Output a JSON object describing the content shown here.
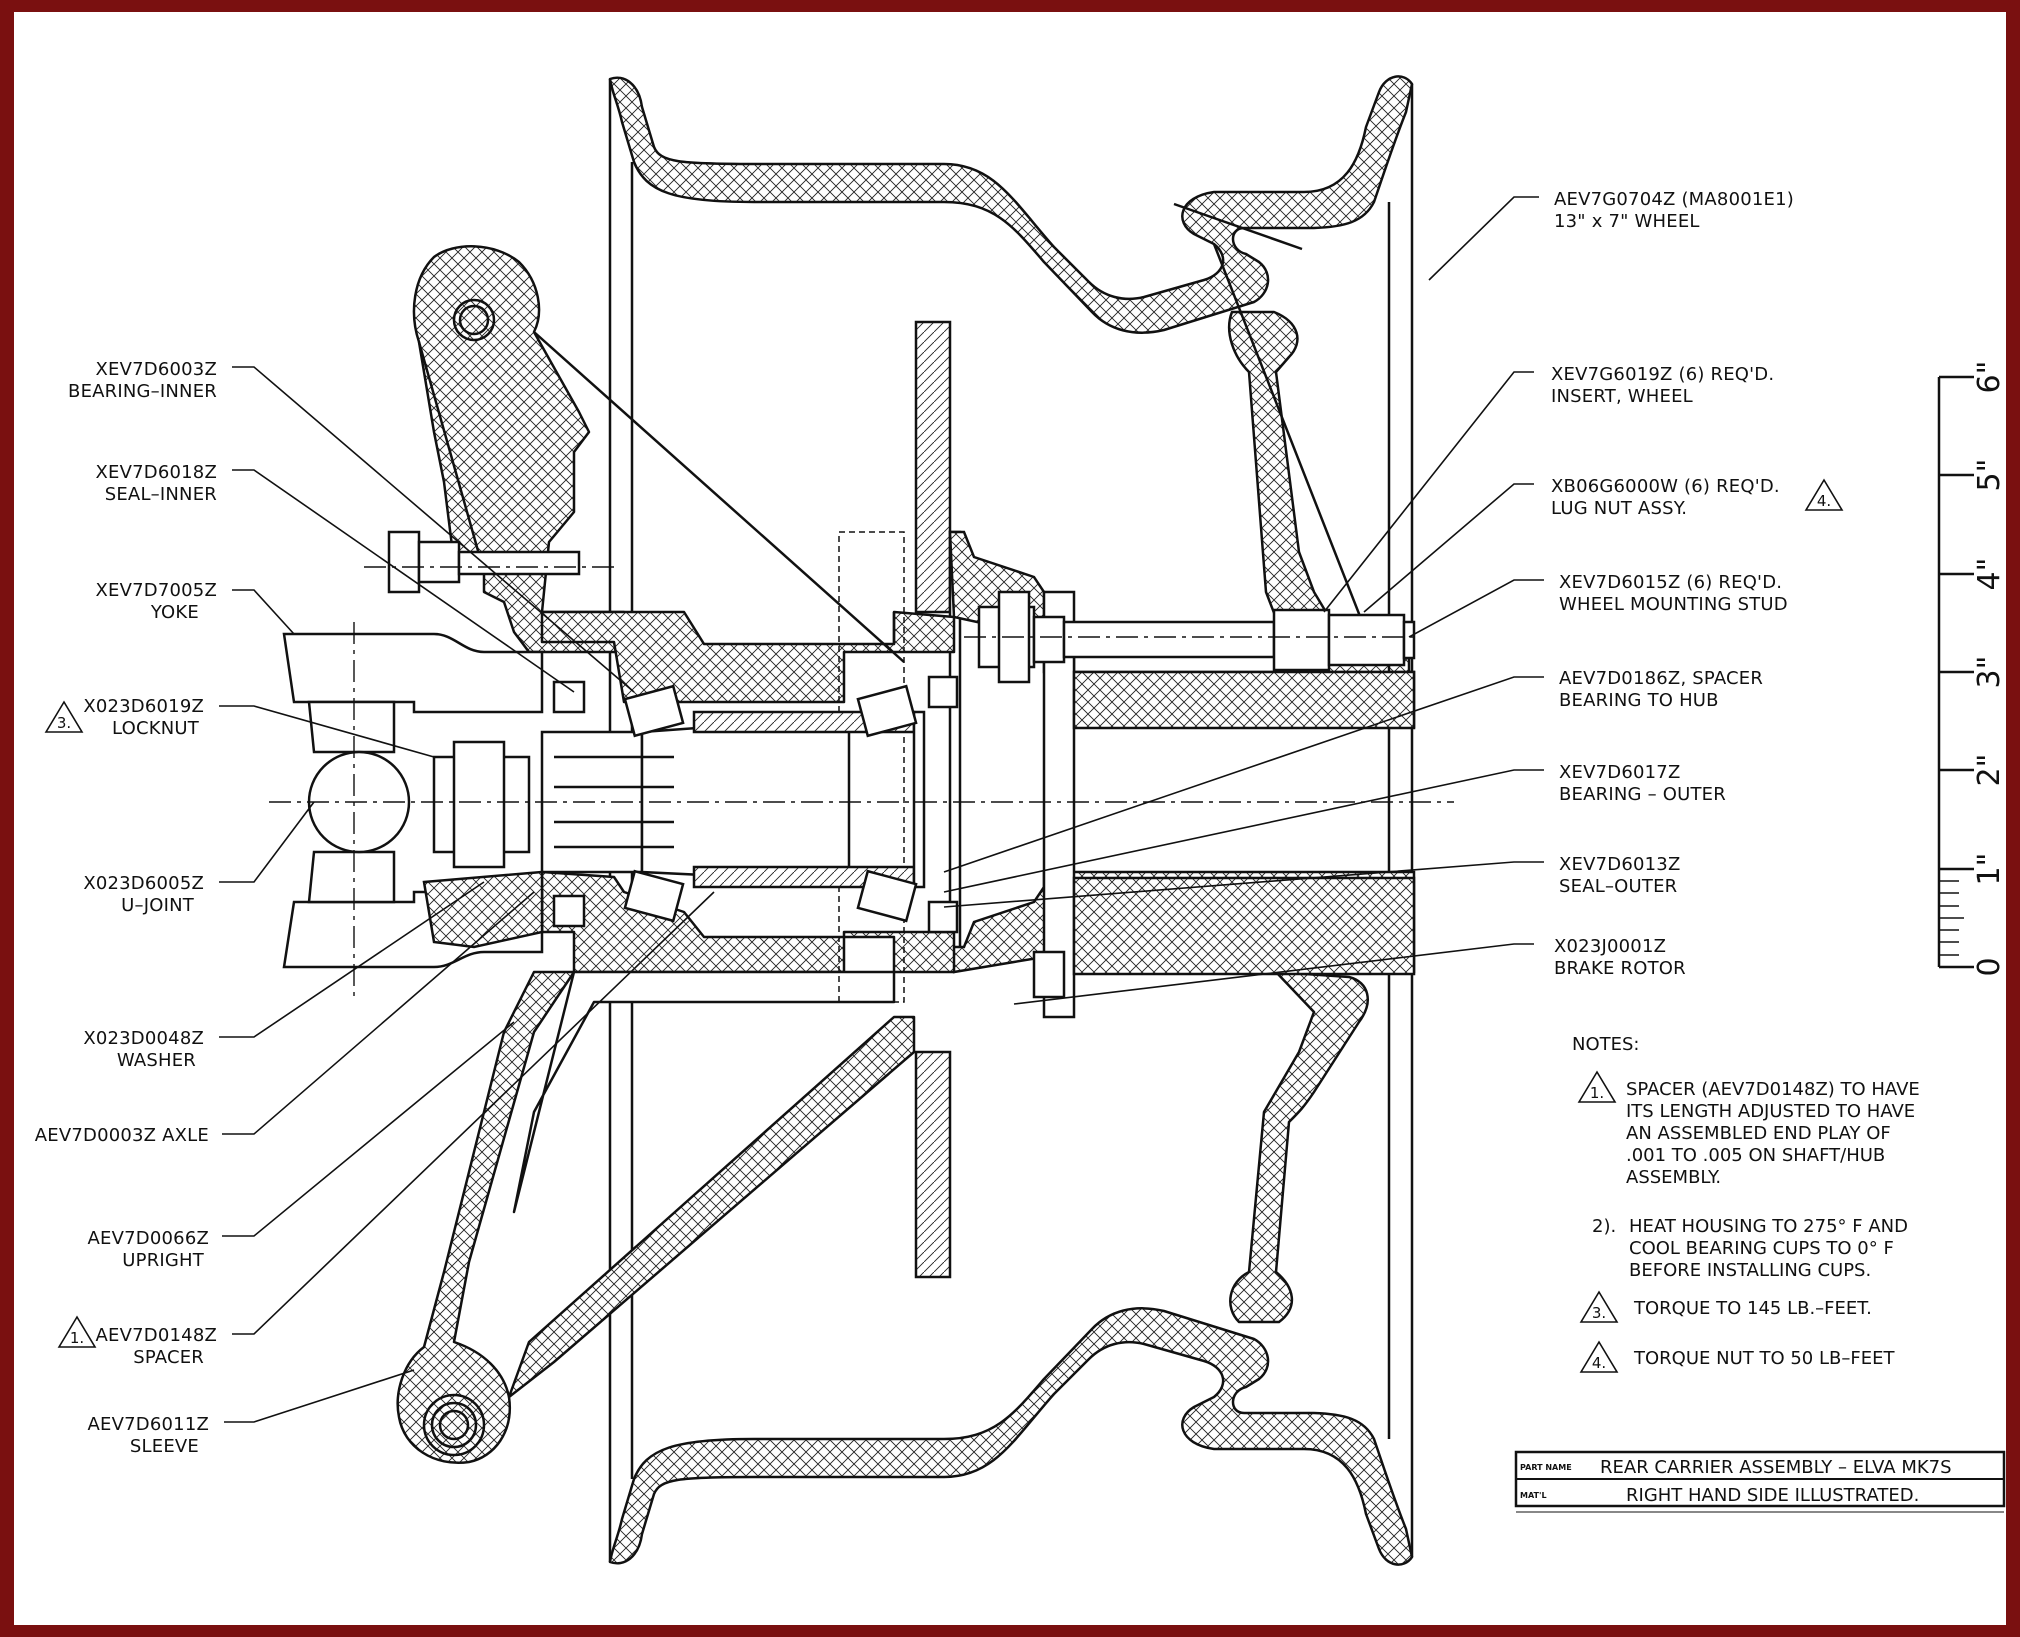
{
  "colors": {
    "frame": "#7a1010",
    "paper": "#ffffff",
    "ink": "#111111"
  },
  "callouts_left": [
    {
      "part": "XEV7D6003Z",
      "desc": "BEARING–INNER"
    },
    {
      "part": "XEV7D6018Z",
      "desc": "SEAL–INNER"
    },
    {
      "part": "XEV7D7005Z",
      "desc": "YOKE"
    },
    {
      "part": "X023D6019Z",
      "desc": "LOCKNUT",
      "flag": "3."
    },
    {
      "part": "X023D6005Z",
      "desc": "U–JOINT"
    },
    {
      "part": "X023D0048Z",
      "desc": "WASHER"
    },
    {
      "part": "AEV7D0003Z  AXLE",
      "desc": ""
    },
    {
      "part": "AEV7D0066Z",
      "desc": "UPRIGHT"
    },
    {
      "part": "AEV7D0148Z",
      "desc": "SPACER",
      "flag": "1."
    },
    {
      "part": "AEV7D6011Z",
      "desc": "SLEEVE"
    }
  ],
  "callouts_right": [
    {
      "part": "AEV7G0704Z (MA8001E1)",
      "desc": "13\" x 7\" WHEEL"
    },
    {
      "part": "XEV7G6019Z (6) REQ'D.",
      "desc": "INSERT, WHEEL"
    },
    {
      "part": "XB06G6000W (6) REQ'D.",
      "desc": "LUG NUT ASSY.",
      "flag": "4."
    },
    {
      "part": "XEV7D6015Z (6) REQ'D.",
      "desc": "WHEEL MOUNTING STUD"
    },
    {
      "part": "AEV7D0186Z, SPACER",
      "desc": "BEARING TO HUB"
    },
    {
      "part": "XEV7D6017Z",
      "desc": "BEARING – OUTER"
    },
    {
      "part": "XEV7D6013Z",
      "desc": "SEAL–OUTER"
    },
    {
      "part": "X023J0001Z",
      "desc": "BRAKE ROTOR"
    }
  ],
  "notes": {
    "heading": "NOTES:",
    "n1_flag": "1.",
    "n1": [
      "SPACER (AEV7D0148Z) TO HAVE",
      "ITS LENGTH ADJUSTED TO HAVE",
      "AN ASSEMBLED END PLAY OF",
      ".001 TO .005 ON SHAFT/HUB",
      "ASSEMBLY."
    ],
    "n2_num": "2).",
    "n2": [
      "HEAT HOUSING TO 275° F AND",
      "COOL  BEARING CUPS TO 0° F",
      "BEFORE INSTALLING CUPS."
    ],
    "n3_flag": "3.",
    "n3": "TORQUE TO 145 LB.–FEET.",
    "n4_flag": "4.",
    "n4": "TORQUE NUT TO 50 LB–FEET"
  },
  "scale": {
    "labels": [
      "0",
      "1\"",
      "2\"",
      "3\"",
      "4\"",
      "5\"",
      "6\""
    ]
  },
  "title_block": {
    "part_name_label": "PART NAME",
    "part_name": "REAR CARRIER ASSEMBLY – ELVA MK7S",
    "matl_label": "MAT'L",
    "matl": "RIGHT HAND SIDE ILLUSTRATED."
  }
}
